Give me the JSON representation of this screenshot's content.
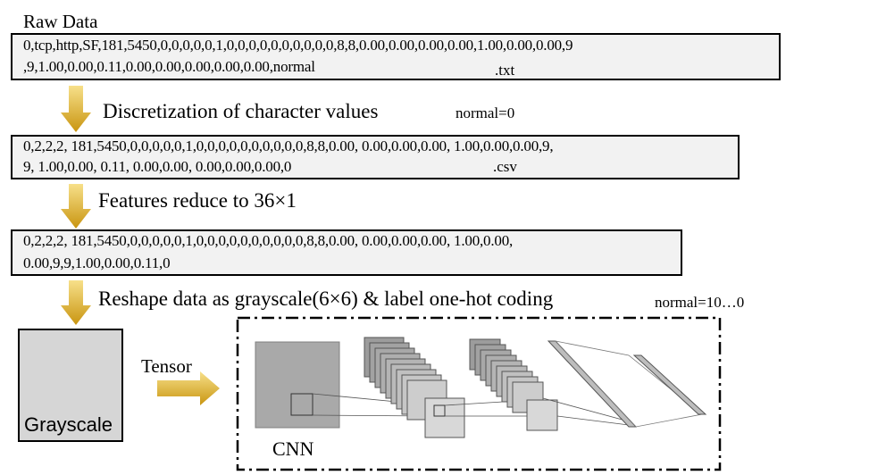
{
  "raw": {
    "title": "Raw Data",
    "line1": "0,tcp,http,SF,181,5450,0,0,0,0,0,1,0,0,0,0,0,0,0,0,0,0,8,8,0.00,0.00,0.00,0.00,1.00,0.00,0.00,9",
    "line2": ",9,1.00,0.00,0.11,0.00,0.00,0.00,0.00,0.00,normal",
    "ext": ".txt"
  },
  "step1": {
    "label": "Discretization of character values",
    "note": "normal=0"
  },
  "csv": {
    "line1": "0,2,2,2, 181,5450,0,0,0,0,0,1,0,0,0,0,0,0,0,0,0,0,8,8,0.00, 0.00,0.00,0.00, 1.00,0.00,0.00,9,",
    "line2": "9, 1.00,0.00, 0.11, 0.00,0.00, 0.00,0.00,0.00,0",
    "ext": ".csv"
  },
  "step2": {
    "label": "Features reduce to 36×1"
  },
  "reduced": {
    "line1": "0,2,2,2, 181,5450,0,0,0,0,0,1,0,0,0,0,0,0,0,0,0,0,8,8,0.00, 0.00,0.00,0.00, 1.00,0.00,",
    "line2": "0.00,9,9,1.00,0.00,0.11,0"
  },
  "step3": {
    "label": "Reshape data as grayscale(6×6) & label one-hot coding",
    "note": "normal=10…0"
  },
  "grayscale": {
    "label": "Grayscale"
  },
  "tensor": {
    "label": "Tensor"
  },
  "cnn": {
    "label": "CNN"
  },
  "colors": {
    "arrow_top": "#f3d36b",
    "arrow_bottom": "#c8960e",
    "box_fill": "#f2f2f2",
    "gray_fill": "#d6d6d6",
    "layer_fill": "#a0a0a0"
  }
}
